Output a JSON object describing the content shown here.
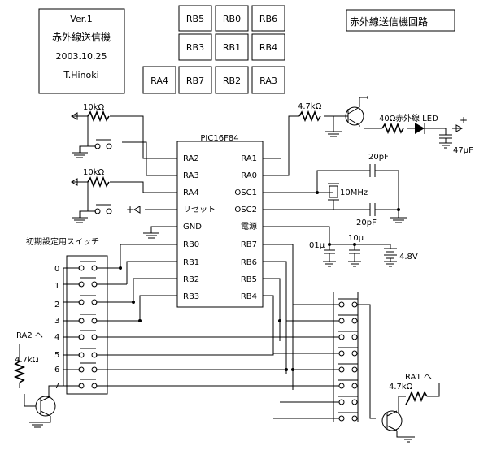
{
  "version_box": {
    "line1": "Ver.1",
    "line2": "赤外線送信機",
    "line3": "2003.10.25",
    "line4": "T.Hinoki"
  },
  "circuit_title": "赤外線送信機回路",
  "key_matrix": [
    [
      "RB5",
      "RB0",
      "RB6"
    ],
    [
      "RB3",
      "RB1",
      "RB4"
    ],
    [
      "RB7",
      "RB2",
      "RA3"
    ]
  ],
  "key_extra": "RA4",
  "ic": {
    "name": "PIC16F84",
    "left_pins": [
      "RA2",
      "RA3",
      "RA4",
      "リセット",
      "GND",
      "RB0",
      "RB1",
      "RB2",
      "RB3"
    ],
    "right_pins": [
      "RA1",
      "RA0",
      "OSC1",
      "OSC2",
      "電源",
      "RB7",
      "RB6",
      "RB5",
      "RB4"
    ]
  },
  "components": {
    "r1": "10kΩ",
    "r2": "10kΩ",
    "r_ra0": "4.7kΩ",
    "r_led": "40Ω",
    "led_label": "赤外線 LED",
    "cap_top": "20pF",
    "cap_bottom": "20pF",
    "crystal": "10MHz",
    "cap_01": "01μ",
    "cap_10": "10μ",
    "battery": "4.8V",
    "cap_47": "47μF",
    "r_ra2": "4.7kΩ",
    "r_ra1": "4.7kΩ"
  },
  "labels": {
    "plus": "+",
    "dip_title": "初期設定用スイッチ",
    "ra2_to": "RA2 へ",
    "ra1_to": "RA1 へ"
  },
  "dip_rows": [
    "0",
    "1",
    "2",
    "3",
    "4",
    "5",
    "6",
    "7"
  ]
}
